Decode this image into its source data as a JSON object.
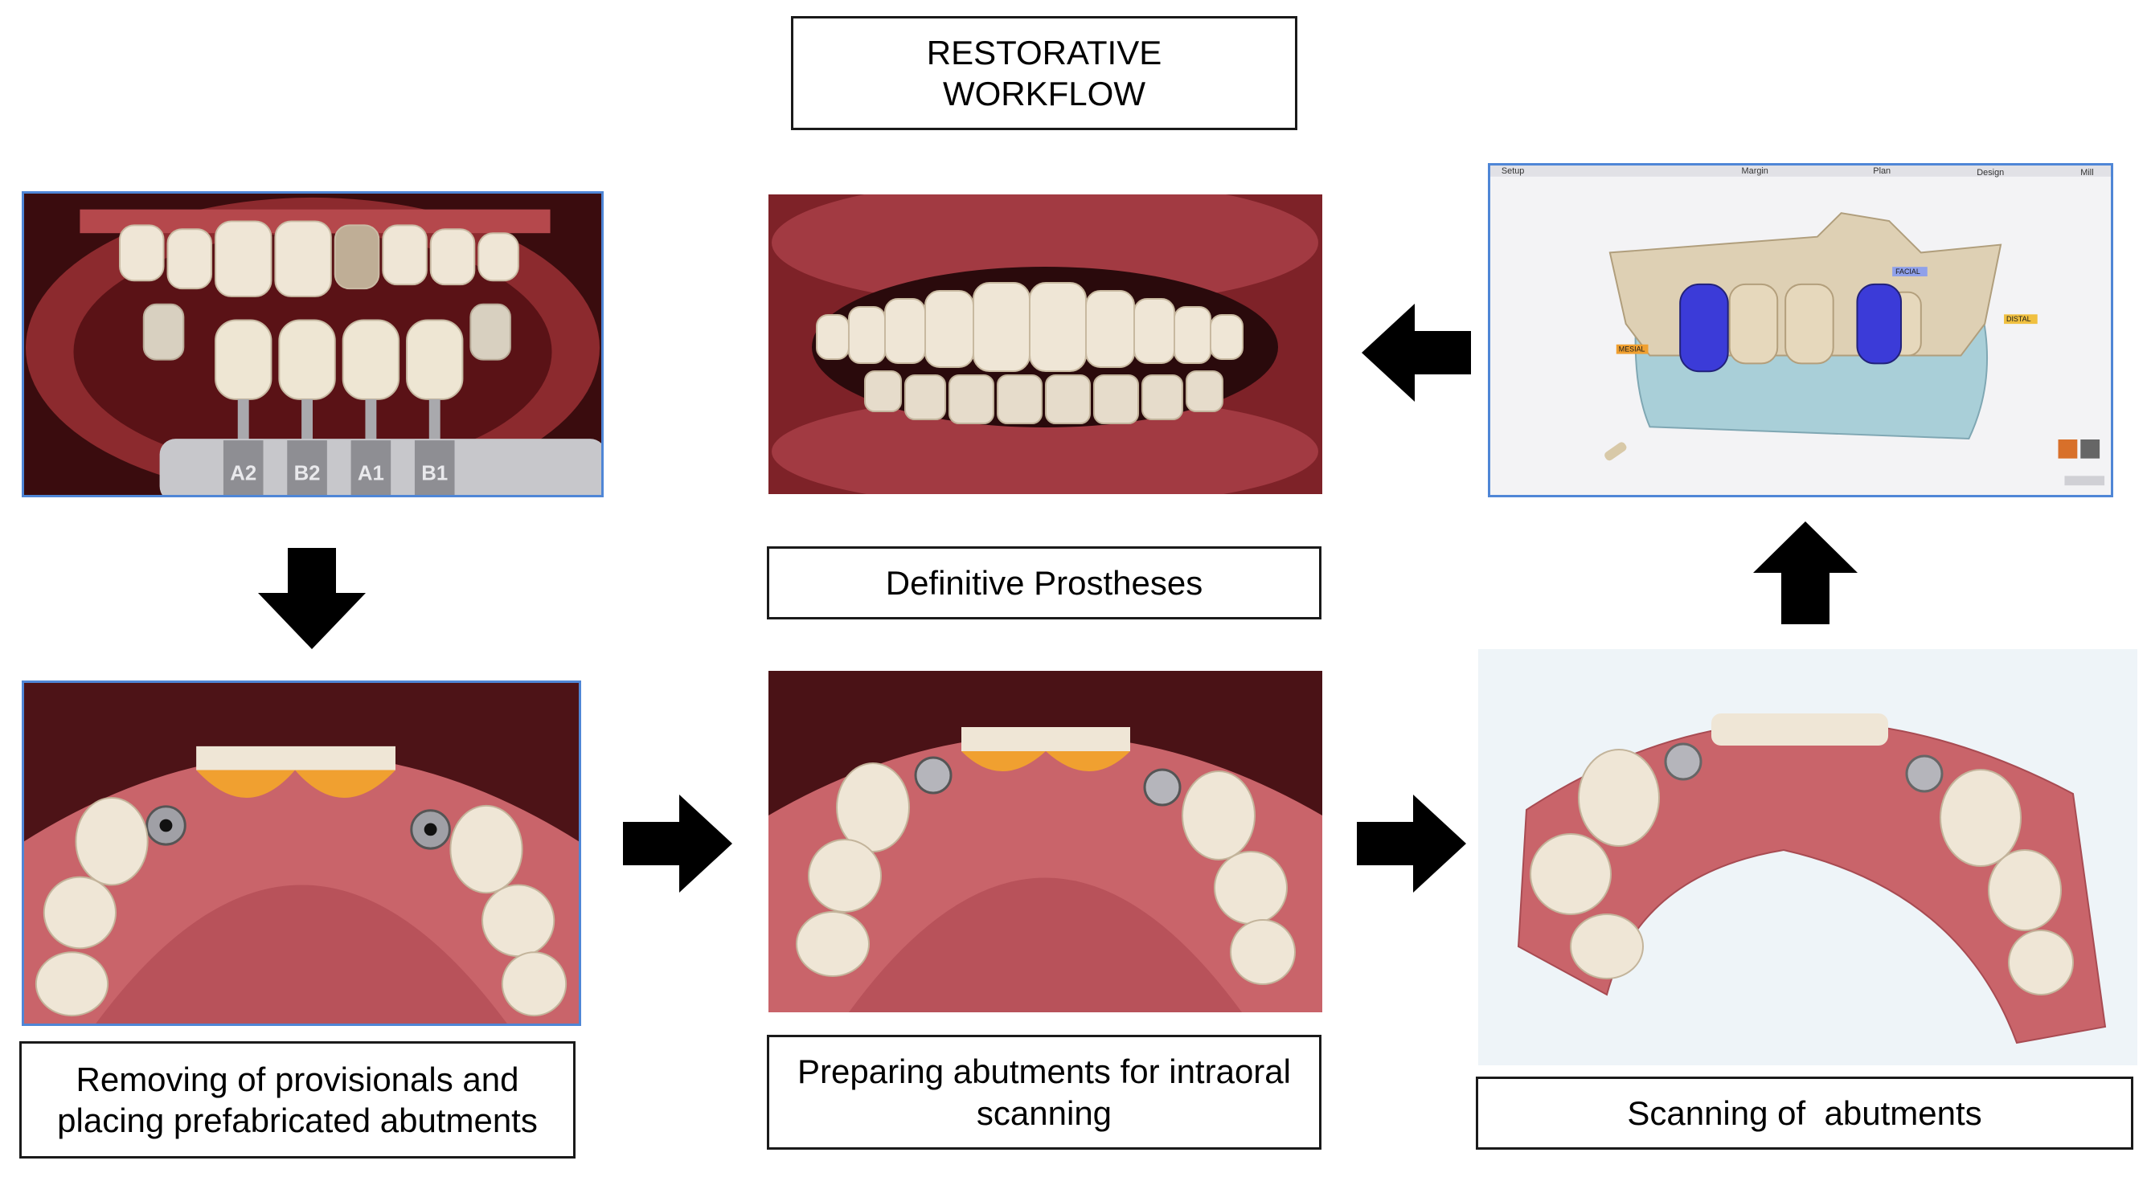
{
  "title": "RESTORATIVE\nWORKFLOW",
  "steps": {
    "shade": {
      "shade_tabs": [
        "A2",
        "B2",
        "A1",
        "B1"
      ]
    },
    "definitive": {
      "caption": "Definitive Prostheses"
    },
    "cad": {
      "toolbar": [
        "Setup",
        "Margin",
        "Plan",
        "Design",
        "Mill"
      ],
      "tags": [
        "FACIAL",
        "MESIAL",
        "DISTAL"
      ]
    },
    "removing": {
      "caption": "Removing of provisionals and\nplacing prefabricated abutments"
    },
    "preparing": {
      "caption": "Preparing abutments for intraoral\nscanning"
    },
    "scanning": {
      "caption": "Scanning of  abutments"
    }
  },
  "colors": {
    "frame": "#4f86d6",
    "arrow": "#000000",
    "gum": "#c9646a",
    "tooth": "#efe6d6",
    "crown_blue": "#3b3bd8",
    "model_blue": "#a9cfd8"
  }
}
